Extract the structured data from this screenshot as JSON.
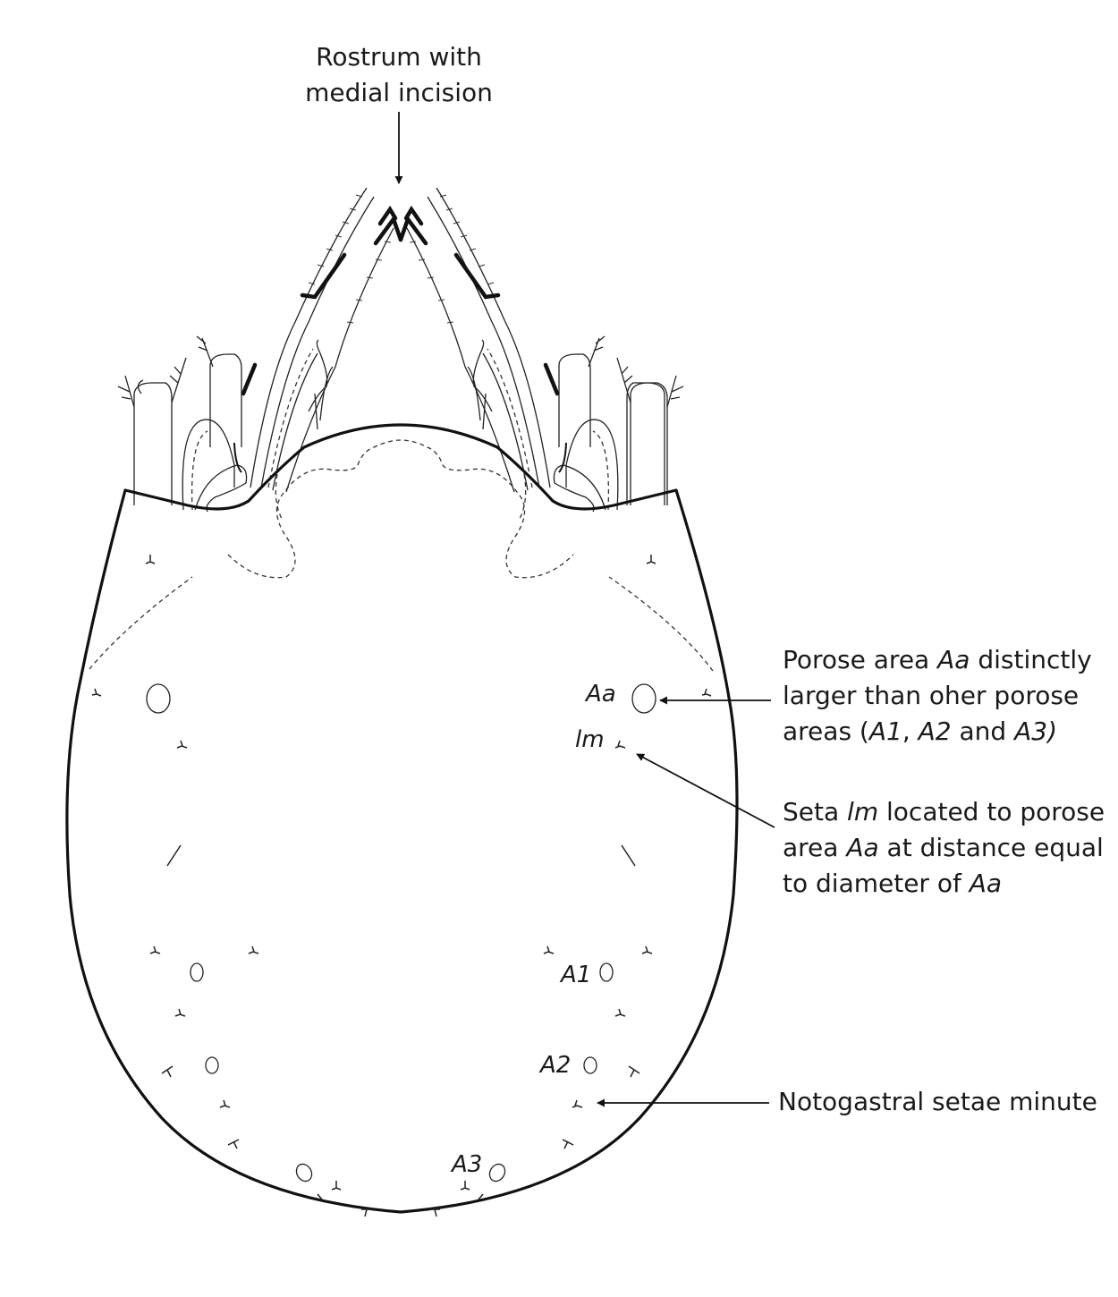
{
  "callouts": {
    "rostrum": [
      "Rostrum with",
      "medial incision"
    ],
    "porose_aa": {
      "line1_pre": "Porose area ",
      "line1_it": "Aa",
      "line1_post": " distinctly",
      "line2": "larger than oher porose",
      "line3_pre": "areas (",
      "line3_a1": "A1",
      "line3_sep": ", ",
      "line3_a2": "A2",
      "line3_and": " and ",
      "line3_a3": "A3)"
    },
    "seta_lm": {
      "line1_pre": "Seta ",
      "line1_it": "lm",
      "line1_post": " located to porose",
      "line2_pre": "area ",
      "line2_it": "Aa",
      "line2_post": " at distance equal",
      "line3_pre": "to diameter of ",
      "line3_it": "Aa"
    },
    "notogastral": "Notogastral setae minute"
  },
  "labels": {
    "Aa": "Aa",
    "lm": "lm",
    "A1": "A1",
    "A2": "A2",
    "A3": "A3"
  }
}
